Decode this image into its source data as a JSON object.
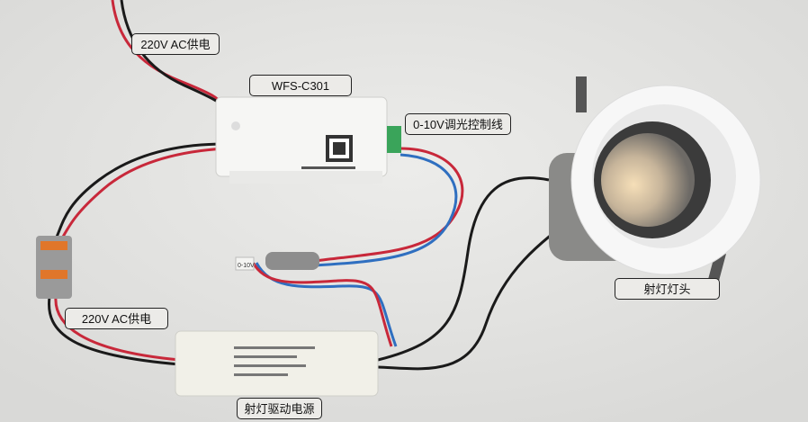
{
  "labels": {
    "top_power": "220V AC供电",
    "controller": "WFS-C301",
    "dimming_wire": "0-10V调光控制线",
    "spotlight_head": "射灯灯头",
    "bottom_power": "220V AC供电",
    "driver": "射灯驱动电源"
  },
  "connector_tag": "0-10V",
  "colors": {
    "background": "#e4e4e2",
    "wire_red": "#c8283a",
    "wire_blue": "#2f6fc0",
    "wire_black": "#1a1a1a"
  }
}
